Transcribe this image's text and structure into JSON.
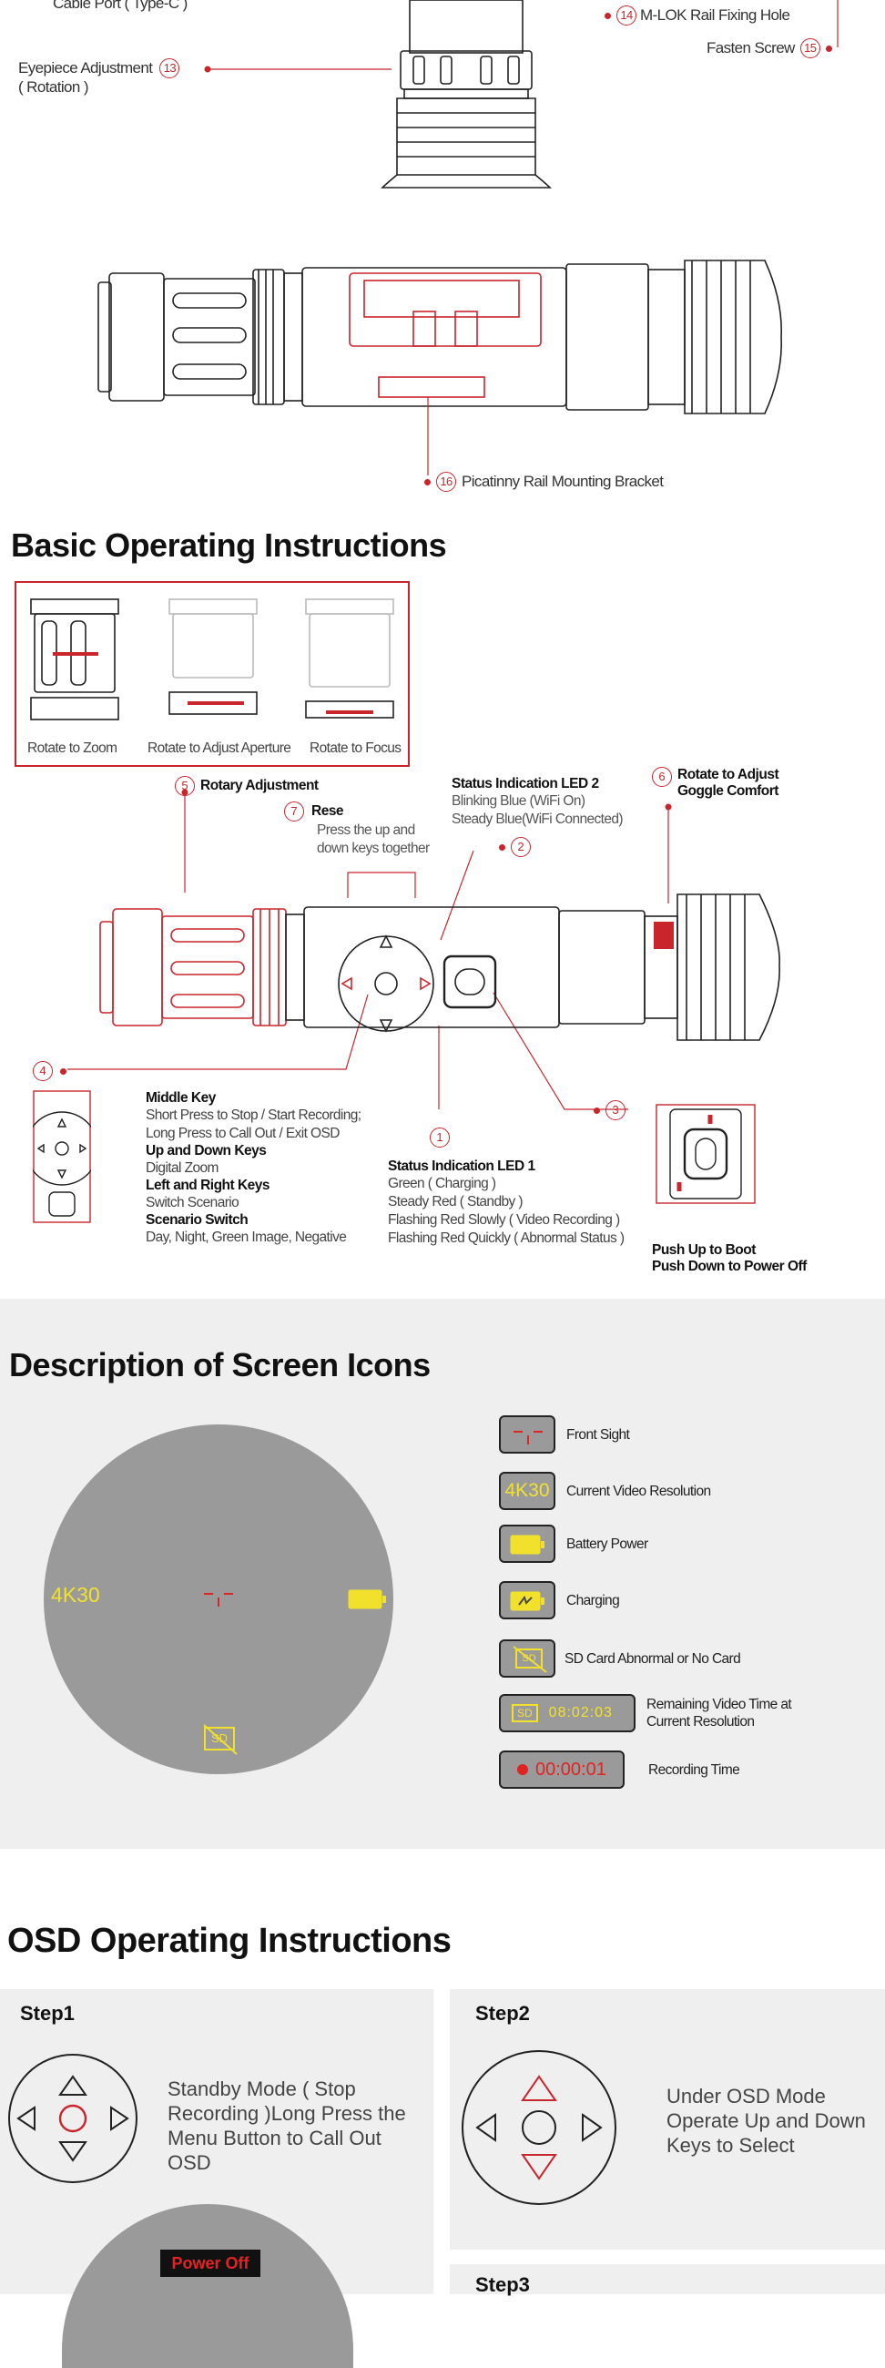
{
  "top_labels": {
    "cable_port": "Cable Port ( Type-C )",
    "eyepiece": [
      "Eyepiece Adjustment",
      "( Rotation )"
    ],
    "eyepiece_num": "13",
    "mlok": "M-LOK Rail Fixing Hole",
    "mlok_num": "14",
    "fasten": "Fasten Screw",
    "fasten_num": "15",
    "picatinny": "Picatinny Rail Mounting Bracket",
    "picatinny_num": "16"
  },
  "basic": {
    "title": "Basic Operating Instructions",
    "rotate_captions": [
      "Rotate to Zoom",
      "Rotate to Adjust Aperture",
      "Rotate to Focus"
    ],
    "rotary": {
      "num": "5",
      "label": "Rotary Adjustment"
    },
    "reset": {
      "num": "7",
      "label": "Rese",
      "lines": [
        "Press the up and",
        "down keys together"
      ]
    },
    "led2": {
      "title": "Status Indication LED 2",
      "lines": [
        "Blinking Blue (WiFi On)",
        "Steady Blue(WiFi Connected)"
      ],
      "num": "2"
    },
    "goggle": {
      "num": "6",
      "lines": [
        "Rotate to Adjust",
        "Goggle Comfort"
      ]
    },
    "num4": "4",
    "num3": "3",
    "keys": [
      {
        "title": "Middle Key",
        "lines": [
          "Short Press to Stop / Start Recording;",
          "Long Press to Call Out / Exit OSD"
        ]
      },
      {
        "title": "Up and Down Keys",
        "lines": [
          "Digital Zoom"
        ]
      },
      {
        "title": "Left and Right Keys",
        "lines": [
          "Switch Scenario"
        ]
      },
      {
        "title": "Scenario Switch",
        "lines": [
          "Day, Night, Green Image, Negative"
        ]
      }
    ],
    "led1": {
      "num": "1",
      "title": "Status Indication LED 1",
      "lines": [
        "Green ( Charging )",
        "Steady Red ( Standby )",
        "Flashing Red Slowly ( Video Recording )",
        "Flashing Red Quickly ( Abnormal Status )"
      ]
    },
    "power": [
      "Push Up to Boot",
      "Push Down to Power Off"
    ]
  },
  "screen": {
    "title": "Description of Screen Icons",
    "display_resolution": "4K30",
    "display_sd": "SD",
    "icons": [
      {
        "name": "front-sight",
        "label": "Front Sight"
      },
      {
        "name": "resolution",
        "value": "4K30",
        "label": "Current Video Resolution"
      },
      {
        "name": "battery",
        "label": "Battery Power"
      },
      {
        "name": "charging",
        "label": "Charging"
      },
      {
        "name": "sd-card",
        "value": "SD",
        "label": "SD Card Abnormal or No Card"
      },
      {
        "name": "remaining",
        "value": "08:02:03",
        "sd": "SD",
        "label": "Remaining Video Time at Current Resolution"
      },
      {
        "name": "recording",
        "value": "00:00:01",
        "label": "Recording Time"
      }
    ],
    "colors": {
      "yellow": "#f2e12c",
      "red": "#e02424",
      "grey": "#9a9a9a"
    }
  },
  "osd": {
    "title": "OSD Operating Instructions",
    "step1": {
      "title": "Step1",
      "text": "Standby Mode ( Stop Recording )Long Press the Menu Button to Call Out OSD",
      "menu_label": "Power Off"
    },
    "step2": {
      "title": "Step2",
      "text": "Under OSD Mode Operate Up and Down Keys to Select"
    },
    "step3": {
      "title": "Step3"
    }
  }
}
